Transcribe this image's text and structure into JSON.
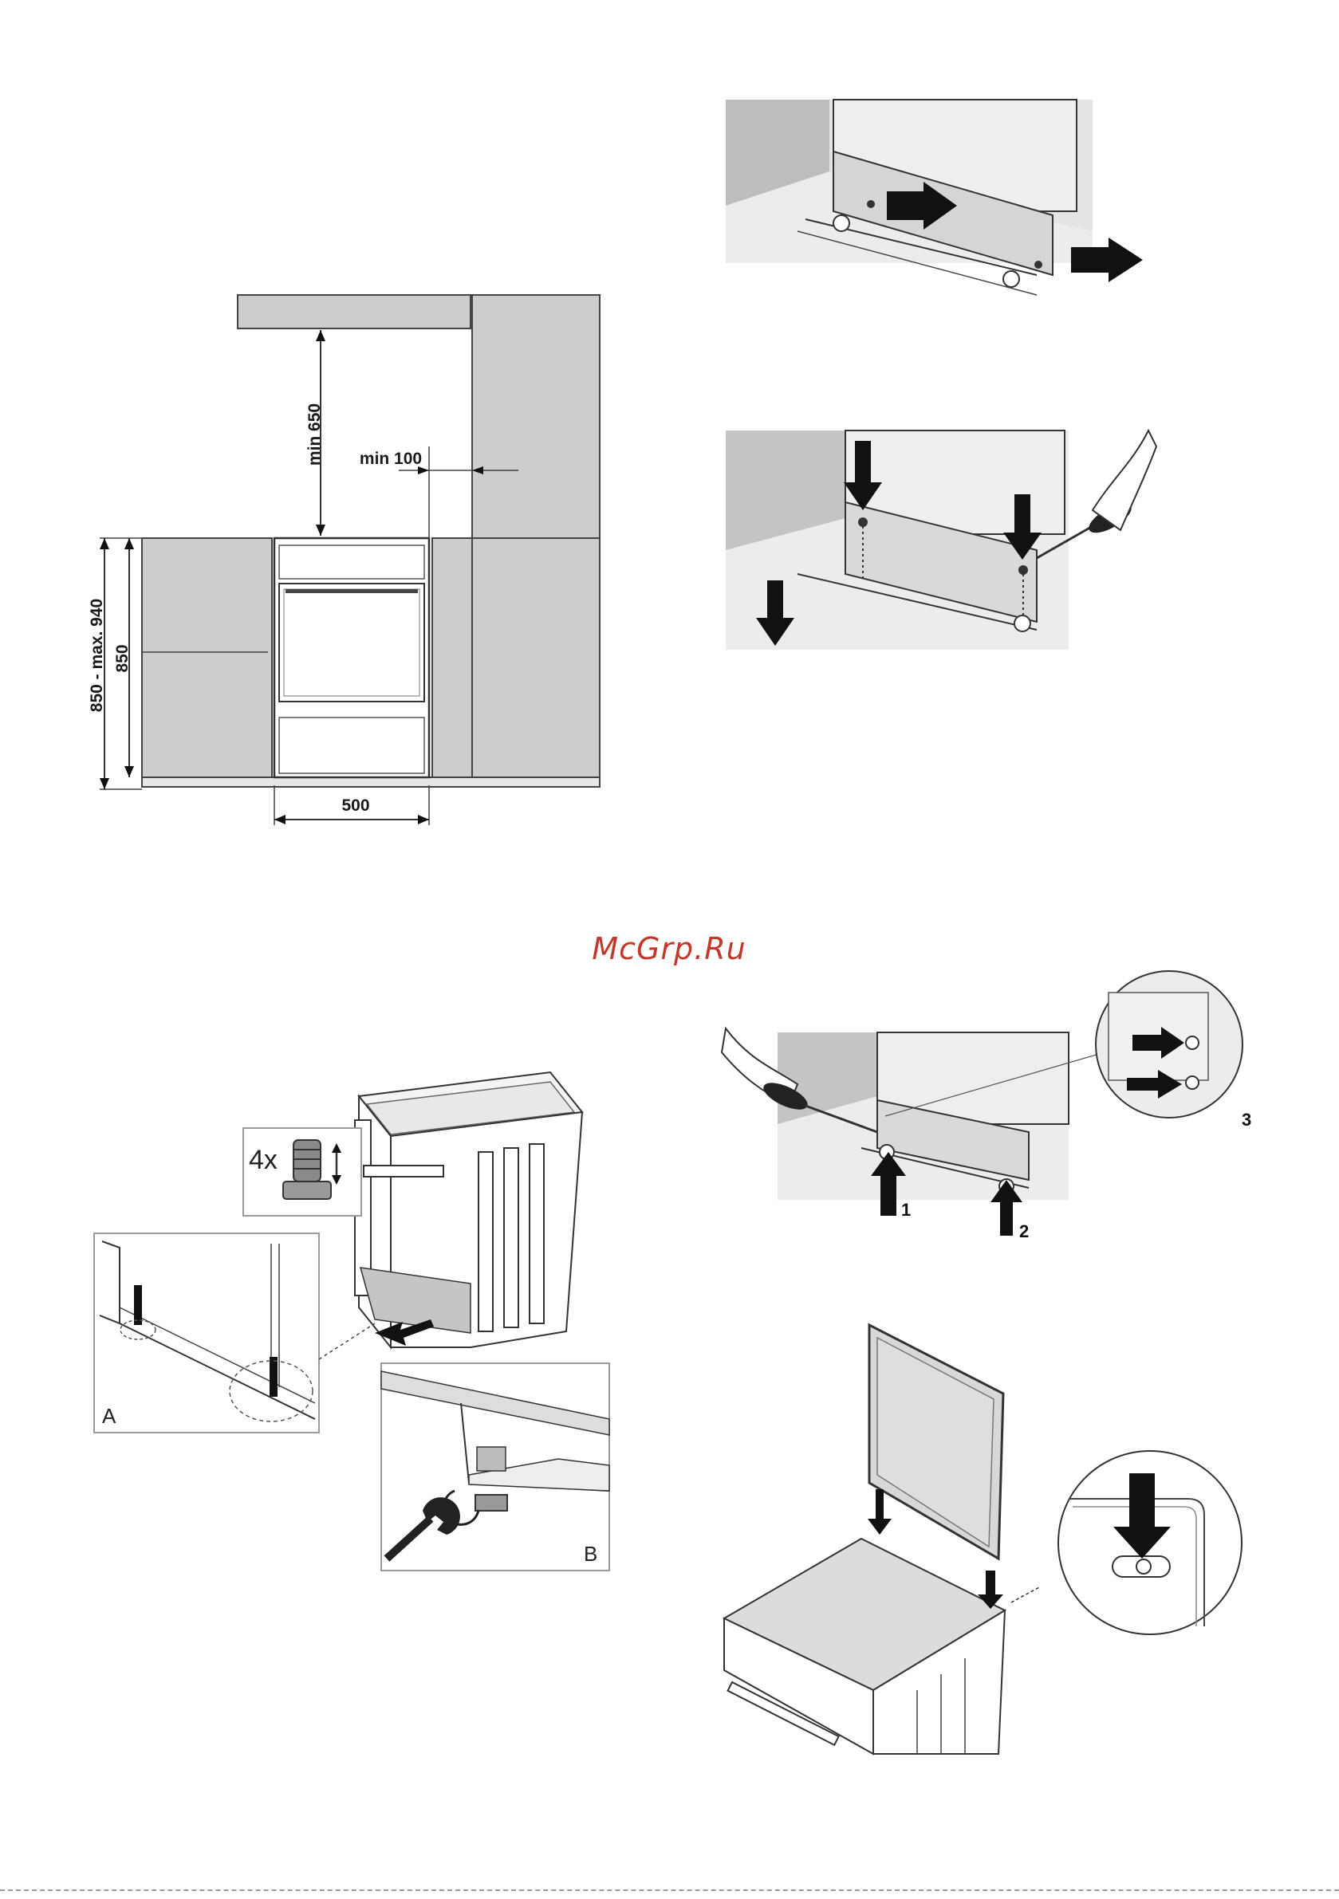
{
  "watermark": "McGrp.Ru",
  "installation_diagram": {
    "dim_height_range": "850 - max. 940",
    "dim_height": "850",
    "dim_top_clearance": "min 650",
    "dim_side_clearance": "min 100",
    "dim_width": "500"
  },
  "feet_diagram": {
    "quantity_label": "4x",
    "inset_a_label": "A",
    "inset_b_label": "B"
  },
  "reassembly_diagram": {
    "step_1": "1",
    "step_2": "2",
    "step_3": "3"
  }
}
